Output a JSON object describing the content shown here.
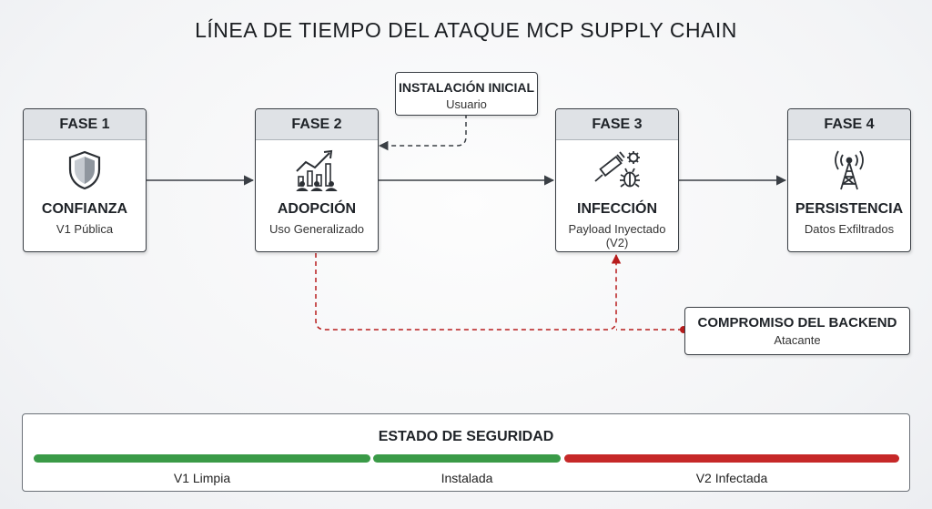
{
  "title": "LÍNEA DE TIEMPO DEL ATAQUE MCP SUPPLY CHAIN",
  "phases": [
    {
      "header": "FASE 1",
      "name": "CONFIANZA",
      "sub": "V1 Pública",
      "icon": "shield-icon"
    },
    {
      "header": "FASE 2",
      "name": "ADOPCIÓN",
      "sub": "Uso Generalizado",
      "icon": "growth-chart-icon"
    },
    {
      "header": "FASE 3",
      "name": "INFECCIÓN",
      "sub": "Payload Inyectado (V2)",
      "icon": "syringe-bug-icon"
    },
    {
      "header": "FASE 4",
      "name": "PERSISTENCIA",
      "sub": "Datos Exfiltrados",
      "icon": "antenna-tower-icon"
    }
  ],
  "install_note": {
    "title": "INSTALACIÓN INICIAL",
    "sub": "Usuario"
  },
  "backend_note": {
    "title": "COMPROMISO DEL BACKEND",
    "sub": "Atacante"
  },
  "security": {
    "title": "ESTADO DE SEGURIDAD",
    "segments": [
      {
        "label": "V1 Limpia",
        "color": "#3a9a47"
      },
      {
        "label": "Instalada",
        "color": "#3a9a47"
      },
      {
        "label": "V2 Infectada",
        "color": "#c62828"
      }
    ]
  },
  "colors": {
    "dark": "#3a3f45",
    "alert": "#b71c1c",
    "safe": "#3a9a47"
  }
}
